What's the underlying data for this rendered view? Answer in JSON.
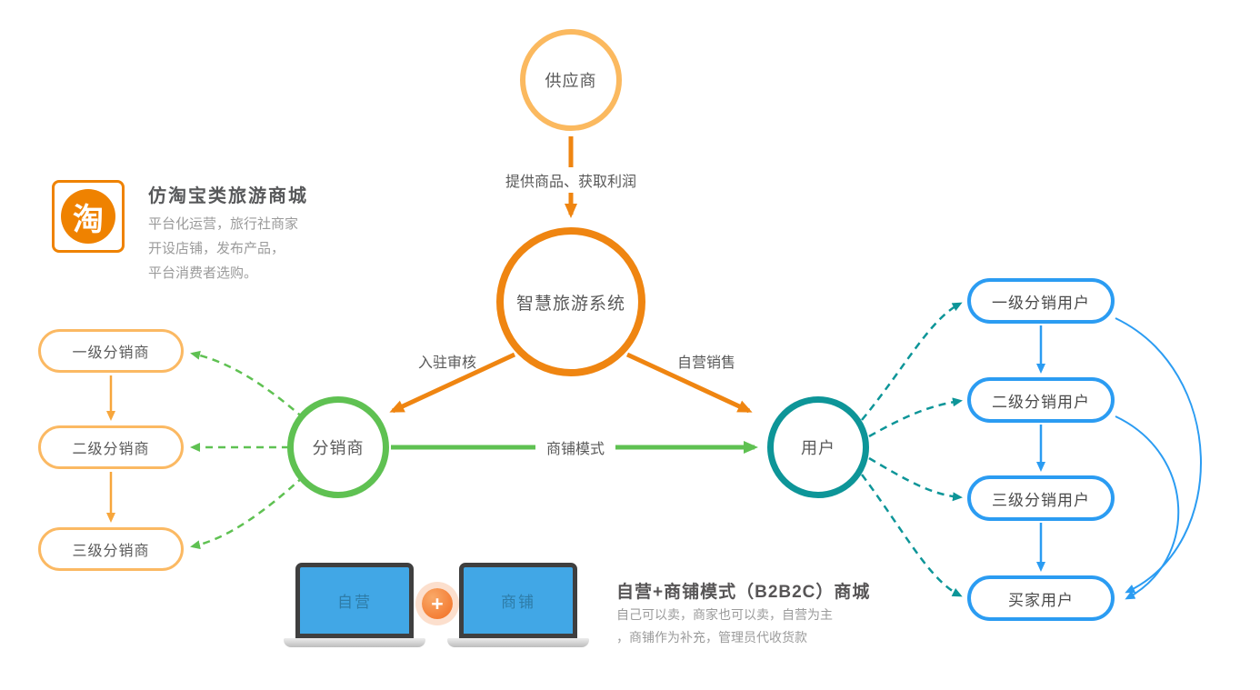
{
  "colors": {
    "orange": "#EF8511",
    "light_orange": "#FBB95F",
    "green": "#5FC152",
    "teal": "#0D9598",
    "blue": "#2B9CF2",
    "text_dark": "#595959",
    "text_muted": "#9B9B9B"
  },
  "intro": {
    "logo_char": "淘",
    "title": "仿淘宝类旅游商城",
    "desc_lines": [
      "平台化运营，旅行社商家",
      "开设店铺，发布产品，",
      "平台消费者选购。"
    ]
  },
  "nodes": {
    "supplier": "供应商",
    "system": "智慧旅游系统",
    "distributor": "分销商",
    "user": "用户"
  },
  "edges": {
    "supply": "提供商品、获取利润",
    "review": "入驻审核",
    "self_sale": "自营销售",
    "shop_mode": "商铺模式"
  },
  "distributor_levels": [
    "一级分销商",
    "二级分销商",
    "三级分销商"
  ],
  "user_levels": [
    "一级分销用户",
    "二级分销用户",
    "三级分销用户",
    "买家用户"
  ],
  "laptops": {
    "left_label": "自营",
    "right_label": "商铺",
    "plus_label": "+"
  },
  "b2b2c": {
    "title": "自营+商铺模式（B2B2C）商城",
    "desc_lines": [
      "自己可以卖，商家也可以卖，自营为主",
      "，商铺作为补充，管理员代收货款"
    ]
  }
}
